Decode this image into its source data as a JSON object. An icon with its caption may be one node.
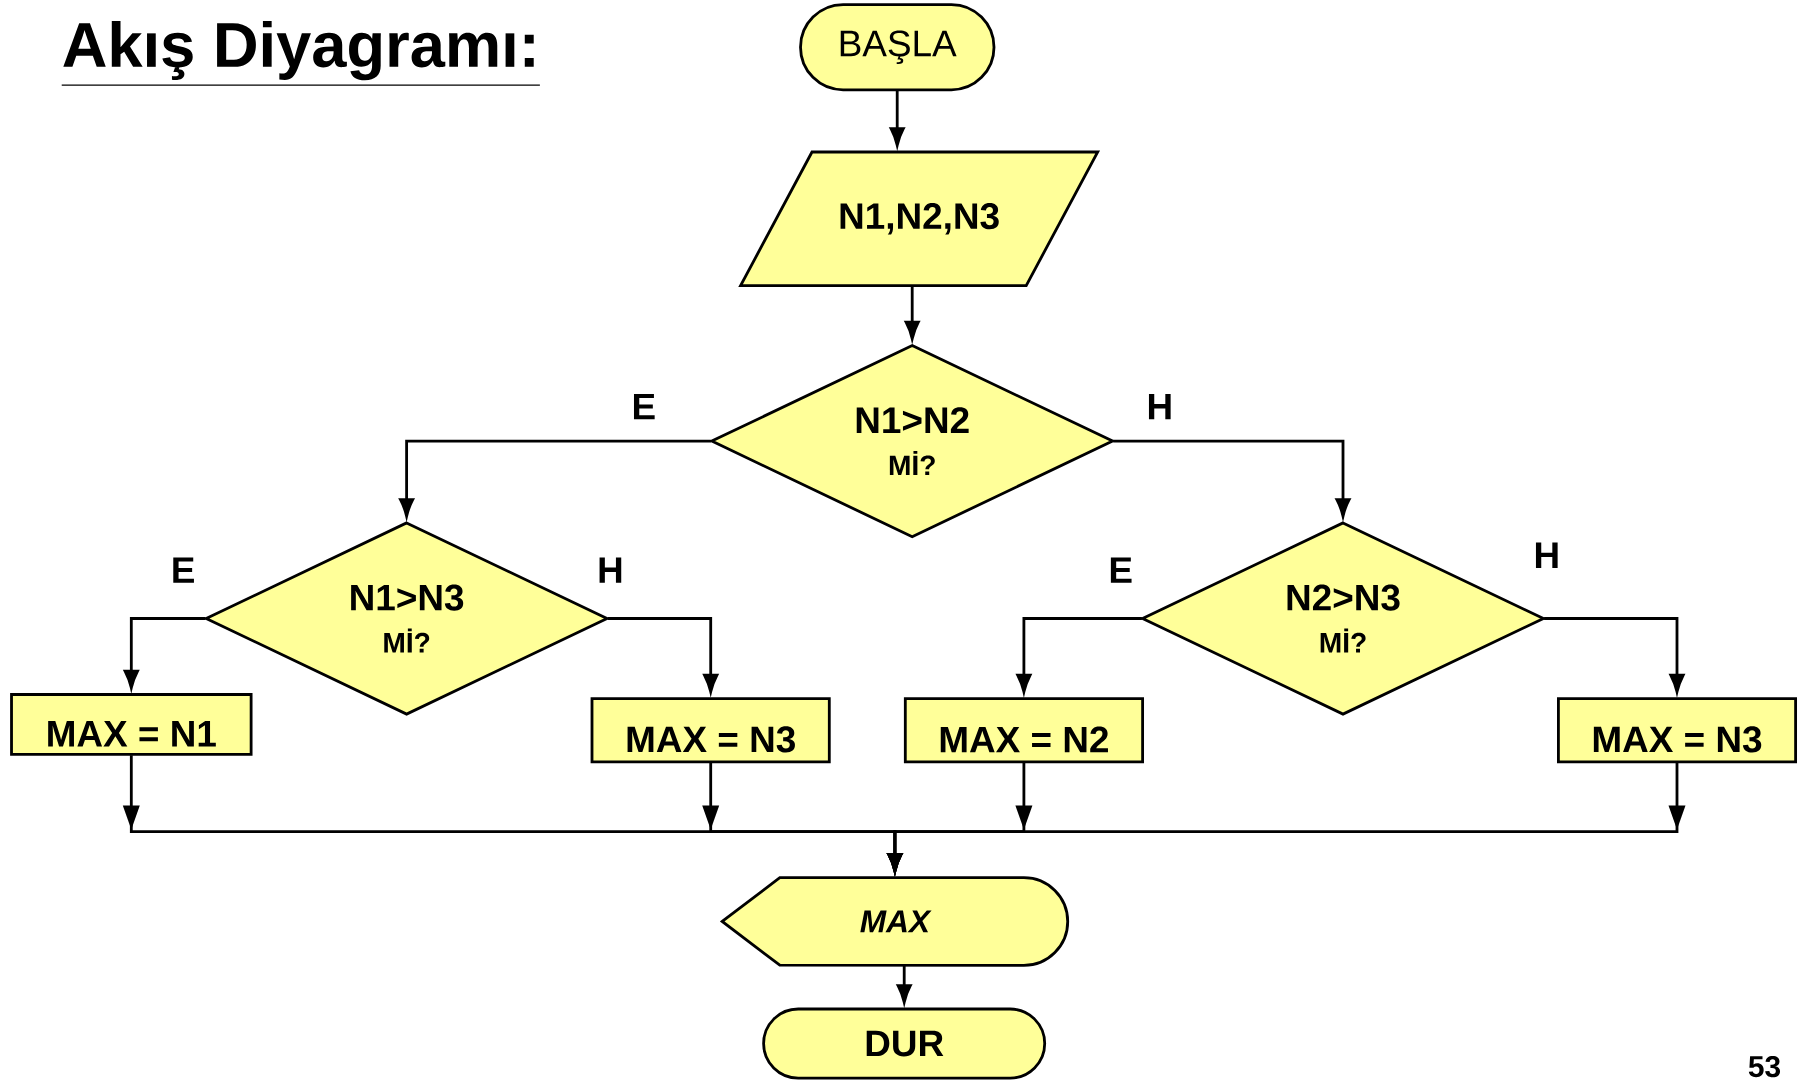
{
  "diagram": {
    "title": "Akış Diyagramı:",
    "nodes": [
      {
        "text": [
          "BAŞLA"
        ]
      },
      {
        "text": [
          "N1,N2,N3"
        ]
      },
      {
        "text": [
          "N1>N2",
          "Mİ?"
        ]
      },
      {
        "text": [
          "N1>N3",
          "Mİ?"
        ]
      },
      {
        "text": [
          "N2>N3",
          "Mİ?"
        ]
      },
      {
        "text": [
          "MAX = N1"
        ]
      },
      {
        "text": [
          "MAX = N3"
        ]
      },
      {
        "text": [
          "MAX = N2"
        ]
      },
      {
        "text": [
          "MAX = N3"
        ]
      },
      {
        "text": [
          "MAX"
        ]
      },
      {
        "text": [
          "DUR"
        ]
      }
    ],
    "edges": [
      {
        "from": 0,
        "to": 1,
        "arrow": "to"
      },
      {
        "from": 1,
        "to": 2,
        "arrow": "to"
      },
      {
        "from": 2,
        "to": 3,
        "arrow": "to",
        "label": "E"
      },
      {
        "from": 2,
        "to": 4,
        "arrow": "to",
        "label": "H"
      },
      {
        "from": 3,
        "to": 5,
        "arrow": "to",
        "label": "E"
      },
      {
        "from": 3,
        "to": 6,
        "arrow": "to",
        "label": "H"
      },
      {
        "from": 4,
        "to": 7,
        "arrow": "to",
        "label": "E"
      },
      {
        "from": 4,
        "to": 8,
        "arrow": "to",
        "label": "H"
      },
      {
        "from": 5,
        "to": 9,
        "arrow": "to"
      },
      {
        "from": 6,
        "to": 9,
        "arrow": "to"
      },
      {
        "from": 7,
        "to": 9,
        "arrow": "to"
      },
      {
        "from": 8,
        "to": 9,
        "arrow": "to"
      },
      {
        "from": 9,
        "to": 10,
        "arrow": "to"
      }
    ],
    "labels": [
      "53"
    ]
  }
}
